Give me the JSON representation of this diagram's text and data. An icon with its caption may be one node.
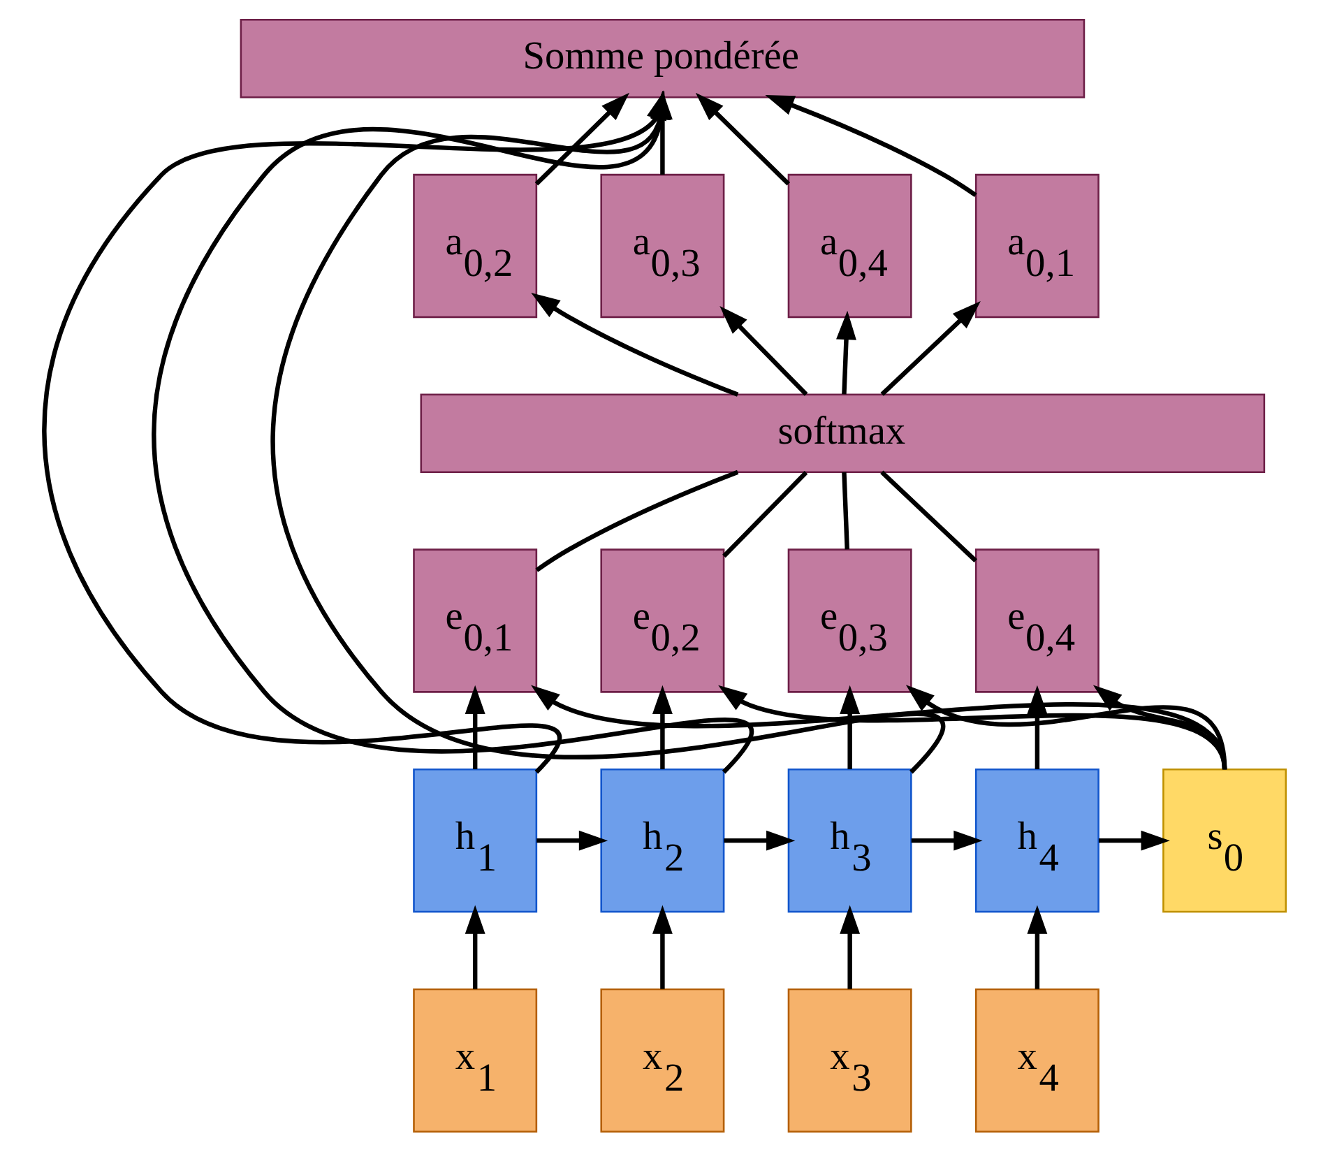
{
  "diagram": {
    "nodes": [
      {
        "text": [
          "Somme pondérée"
        ]
      },
      {
        "text": [
          "a$_{0,1}$"
        ]
      },
      {
        "text": [
          "a$_{0,2}$"
        ]
      },
      {
        "text": [
          "a$_{0,3}$"
        ]
      },
      {
        "text": [
          "a$_{0,4}$"
        ]
      },
      {
        "text": [
          "softmax"
        ]
      },
      {
        "text": [
          "e$_{0,1}$"
        ]
      },
      {
        "text": [
          "e$_{0,2}$"
        ]
      },
      {
        "text": [
          "e$_{0,3}$"
        ]
      },
      {
        "text": [
          "e$_{0,4}$"
        ]
      },
      {
        "text": [
          "h$_{1}$"
        ]
      },
      {
        "text": [
          "h$_{2}$"
        ]
      },
      {
        "text": [
          "h$_{3}$"
        ]
      },
      {
        "text": [
          "h$_{4}$"
        ]
      },
      {
        "text": [
          "s$_{0}$"
        ]
      },
      {
        "text": [
          "x$_{1}$"
        ]
      },
      {
        "text": [
          "x$_{2}$"
        ]
      },
      {
        "text": [
          "x$_{3}$"
        ]
      },
      {
        "text": [
          "x$_{4}$"
        ]
      }
    ],
    "edges": [
      {
        "from": 15,
        "to": 10,
        "arrow": "to"
      },
      {
        "from": 16,
        "to": 11,
        "arrow": "to"
      },
      {
        "from": 17,
        "to": 12,
        "arrow": "to"
      },
      {
        "from": 18,
        "to": 13,
        "arrow": "to"
      },
      {
        "from": 10,
        "to": 11,
        "arrow": "to"
      },
      {
        "from": 11,
        "to": 12,
        "arrow": "to"
      },
      {
        "from": 12,
        "to": 13,
        "arrow": "to"
      },
      {
        "from": 13,
        "to": 14,
        "arrow": "to"
      },
      {
        "from": 10,
        "to": 6,
        "arrow": "to"
      },
      {
        "from": 11,
        "to": 7,
        "arrow": "to"
      },
      {
        "from": 12,
        "to": 8,
        "arrow": "to"
      },
      {
        "from": 13,
        "to": 9,
        "arrow": "to"
      },
      {
        "from": 14,
        "to": 6,
        "arrow": "to"
      },
      {
        "from": 14,
        "to": 7,
        "arrow": "to"
      },
      {
        "from": 14,
        "to": 8,
        "arrow": "to"
      },
      {
        "from": 14,
        "to": 9,
        "arrow": "to"
      },
      {
        "from": 6,
        "to": 5,
        "arrow": "none"
      },
      {
        "from": 7,
        "to": 5,
        "arrow": "none"
      },
      {
        "from": 8,
        "to": 5,
        "arrow": "none"
      },
      {
        "from": 9,
        "to": 5,
        "arrow": "none"
      },
      {
        "from": 5,
        "to": 1,
        "arrow": "to"
      },
      {
        "from": 5,
        "to": 2,
        "arrow": "to"
      },
      {
        "from": 5,
        "to": 3,
        "arrow": "to"
      },
      {
        "from": 5,
        "to": 4,
        "arrow": "to"
      },
      {
        "from": 1,
        "to": 0,
        "arrow": "to"
      },
      {
        "from": 2,
        "to": 0,
        "arrow": "to"
      },
      {
        "from": 3,
        "to": 0,
        "arrow": "to"
      },
      {
        "from": 4,
        "to": 0,
        "arrow": "to"
      },
      {
        "from": 10,
        "to": 0,
        "arrow": "to"
      },
      {
        "from": 11,
        "to": 0,
        "arrow": "to"
      },
      {
        "from": 12,
        "to": 0,
        "arrow": "to"
      }
    ]
  }
}
